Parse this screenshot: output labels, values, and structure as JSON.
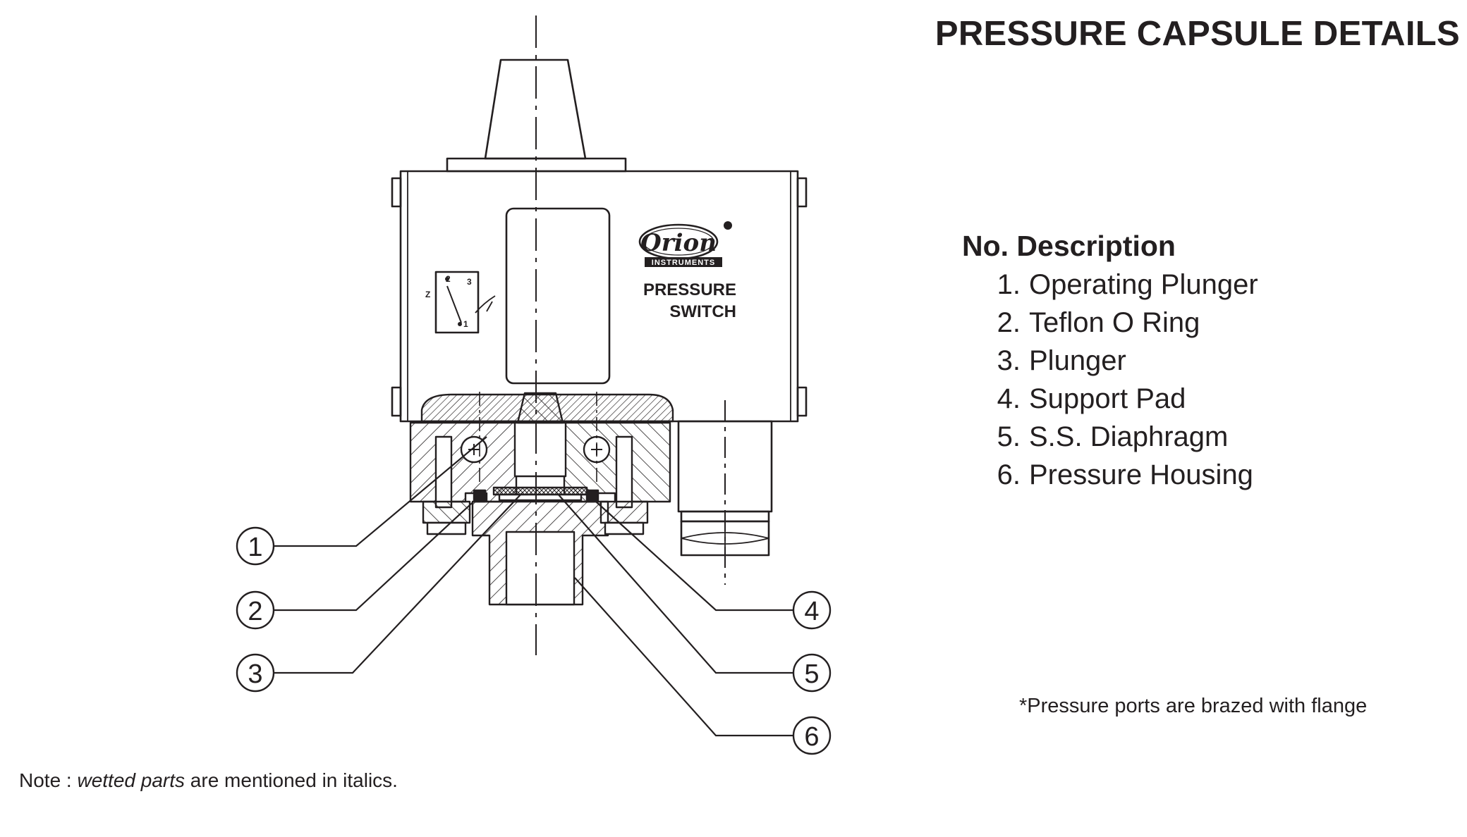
{
  "title": "PRESSURE CAPSULE DETAILS",
  "legend": {
    "heading": "No. Description",
    "items": [
      {
        "num": "1.",
        "text": "Operating Plunger"
      },
      {
        "num": "2.",
        "text": "Teflon O Ring"
      },
      {
        "num": "3.",
        "text": "Plunger"
      },
      {
        "num": "4.",
        "text": "Support Pad"
      },
      {
        "num": "5.",
        "text": "S.S. Diaphragm"
      },
      {
        "num": "6.",
        "text": "Pressure Housing"
      }
    ]
  },
  "callouts": [
    "1",
    "2",
    "3",
    "4",
    "5",
    "6"
  ],
  "device": {
    "brand": "Orion",
    "brand_sub": "INSTRUMENTS",
    "label_line1": "PRESSURE",
    "label_line2": "SWITCH",
    "symbol": {
      "z": "Z",
      "t2": "2",
      "t3": "3",
      "t1": "1"
    }
  },
  "footnote": "*Pressure ports are brazed with flange",
  "note": {
    "prefix": "Note : ",
    "italic": "wetted parts",
    "suffix": " are mentioned in italics."
  },
  "colors": {
    "ink": "#231f20",
    "background": "#ffffff"
  }
}
